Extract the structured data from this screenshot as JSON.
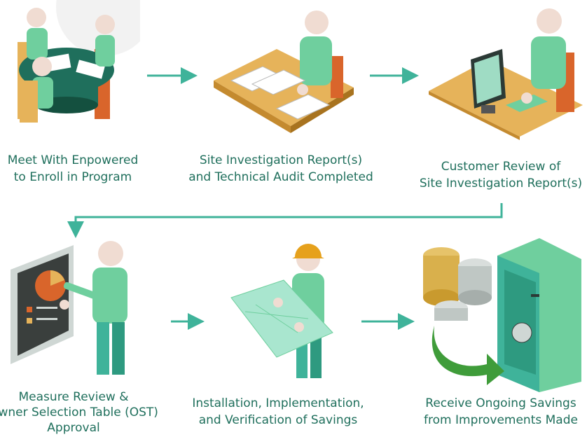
{
  "steps": [
    {
      "icon": "meeting-table-icon",
      "line1": "Meet With Enpowered",
      "line2": "to Enroll in Program"
    },
    {
      "icon": "desk-report-icon",
      "line1": "Site Investigation Report(s)",
      "line2": "and Technical Audit Completed"
    },
    {
      "icon": "computer-review-icon",
      "line1": "Customer Review of",
      "line2": "Site Investigation Report(s)"
    },
    {
      "icon": "presentation-chart-icon",
      "line1": "Measure Review &",
      "line2": "Owner Selection Table (OST)",
      "line3": "Approval"
    },
    {
      "icon": "blueprint-worker-icon",
      "line1": "Installation, Implementation,",
      "line2": "and Verification of Savings"
    },
    {
      "icon": "coins-safe-icon",
      "line1": "Receive Ongoing Savings",
      "line2": "from Improvements Made"
    }
  ],
  "colors": {
    "accent": "#3fb39a",
    "text": "#1f6f5c",
    "person": "#6fcf9e",
    "wood": "#e6b35a",
    "chair": "#d9652b"
  }
}
